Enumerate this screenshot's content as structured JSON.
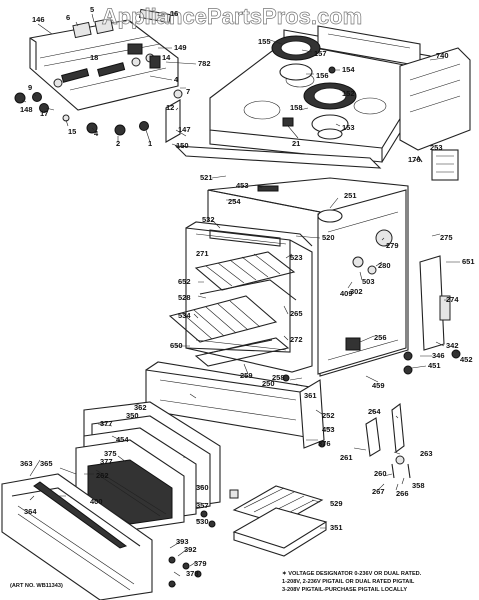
{
  "watermark": "AppliancePartsPros.com",
  "art_no": "(ART NO. WB11343)",
  "notes": [
    "✶ VOLTAGE DESIGNATOR 0-236V OR DUAL RATED.",
    "1-208V, 2-236V PIGTAIL OR DUAL RATED PIGTAIL",
    "3-208V PIGTAIL-PURCHASE PIGTAIL LOCALLY"
  ],
  "labels": [
    "146",
    "6",
    "5",
    "16",
    "149",
    "18",
    "14",
    "782",
    "4",
    "7",
    "12",
    "148",
    "9",
    "17",
    "15",
    "4",
    "2",
    "1",
    "147",
    "150",
    "155",
    "157",
    "154",
    "156",
    "152",
    "158",
    "153",
    "21",
    "740",
    "176",
    "253",
    "521",
    "453",
    "254",
    "251",
    "532",
    "520",
    "271",
    "523",
    "279",
    "280",
    "503",
    "302",
    "409",
    "275",
    "651",
    "652",
    "528",
    "534",
    "265",
    "272",
    "274",
    "342",
    "346",
    "452",
    "256",
    "451",
    "650",
    "259",
    "258",
    "250",
    "459",
    "361",
    "362",
    "350",
    "377",
    "454",
    "252",
    "453",
    "376",
    "375",
    "377",
    "262",
    "264",
    "261",
    "263",
    "260",
    "267",
    "266",
    "358",
    "363",
    "365",
    "364",
    "400",
    "360",
    "357",
    "530",
    "529",
    "351",
    "393",
    "392",
    "379",
    "378"
  ]
}
